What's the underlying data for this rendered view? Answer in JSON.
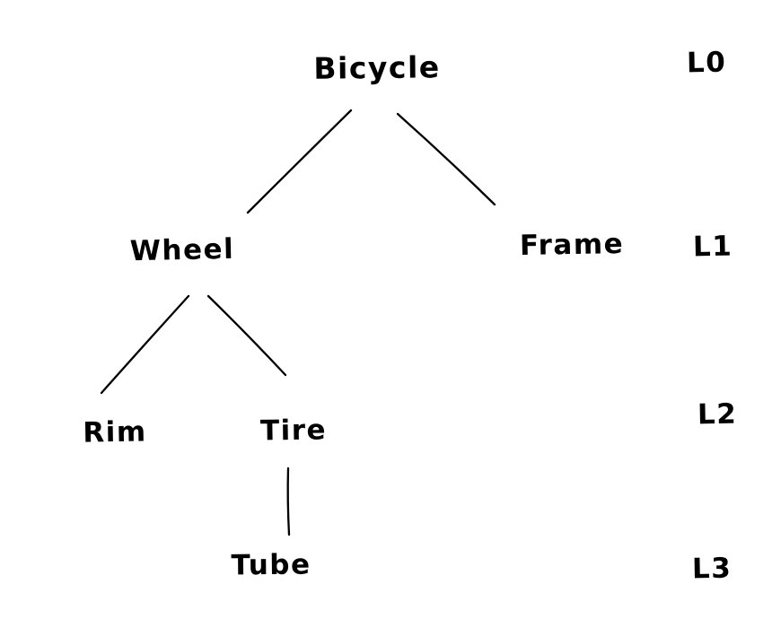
{
  "diagram": {
    "type": "tree",
    "background_color": "#ffffff",
    "ink_color": "#000000",
    "style": "hand-drawn",
    "nodes": {
      "bicycle": "Bicycle",
      "wheel": "Wheel",
      "frame": "Frame",
      "rim": "Rim",
      "tire": "Tire",
      "tube": "Tube"
    },
    "edges": [
      {
        "from": "Bicycle",
        "to": "Wheel"
      },
      {
        "from": "Bicycle",
        "to": "Frame"
      },
      {
        "from": "Wheel",
        "to": "Rim"
      },
      {
        "from": "Wheel",
        "to": "Tire"
      },
      {
        "from": "Tire",
        "to": "Tube"
      }
    ],
    "levels": [
      {
        "label": "L0",
        "nodes": [
          "Bicycle"
        ]
      },
      {
        "label": "L1",
        "nodes": [
          "Wheel",
          "Frame"
        ]
      },
      {
        "label": "L2",
        "nodes": [
          "Rim",
          "Tire"
        ]
      },
      {
        "label": "L3",
        "nodes": [
          "Tube"
        ]
      }
    ],
    "level_labels": {
      "l0": "L0",
      "l1": "L1",
      "l2": "L2",
      "l3": "L3"
    }
  }
}
